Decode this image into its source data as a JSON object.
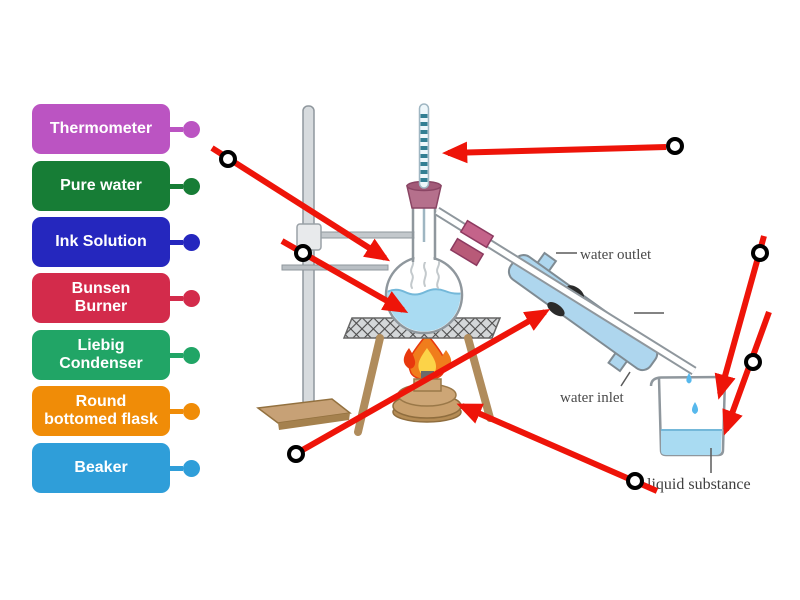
{
  "activity": {
    "kind": "drag-labels-onto-diagram",
    "labels": [
      {
        "text": "Thermometer",
        "lines": [
          "Thermometer"
        ],
        "color": "#bb54c2"
      },
      {
        "text": "Pure water",
        "lines": [
          "Pure water"
        ],
        "color": "#177d36"
      },
      {
        "text": "Ink Solution",
        "lines": [
          "Ink Solution"
        ],
        "color": "#2527be"
      },
      {
        "text": "Bunsen Burner",
        "lines": [
          "Bunsen",
          "Burner"
        ],
        "color": "#d32b4b"
      },
      {
        "text": "Liebig Condenser",
        "lines": [
          "Liebig",
          "Condenser"
        ],
        "color": "#21a566"
      },
      {
        "text": "Round bottomed flask",
        "lines": [
          "Round",
          "bottomed flask"
        ],
        "color": "#f08c07"
      },
      {
        "text": "Beaker",
        "lines": [
          "Beaker"
        ],
        "color": "#2f9ed9"
      }
    ]
  },
  "diagram": {
    "captions": {
      "water_outlet": "water outlet",
      "water_inlet": "water inlet",
      "liquid_substance": "liquid substance"
    }
  },
  "style": {
    "arrow_color": "#ee1409",
    "marker_ring_color": "#000000",
    "background": "#ffffff",
    "liquid_color": "#a9dbf2",
    "condenser_color": "#aed6ee",
    "stopper_color": "#b5708c",
    "flame_colors": [
      "#f07d1c",
      "#fcd348",
      "#e8380d"
    ],
    "burner_color": "#c9a06d"
  }
}
